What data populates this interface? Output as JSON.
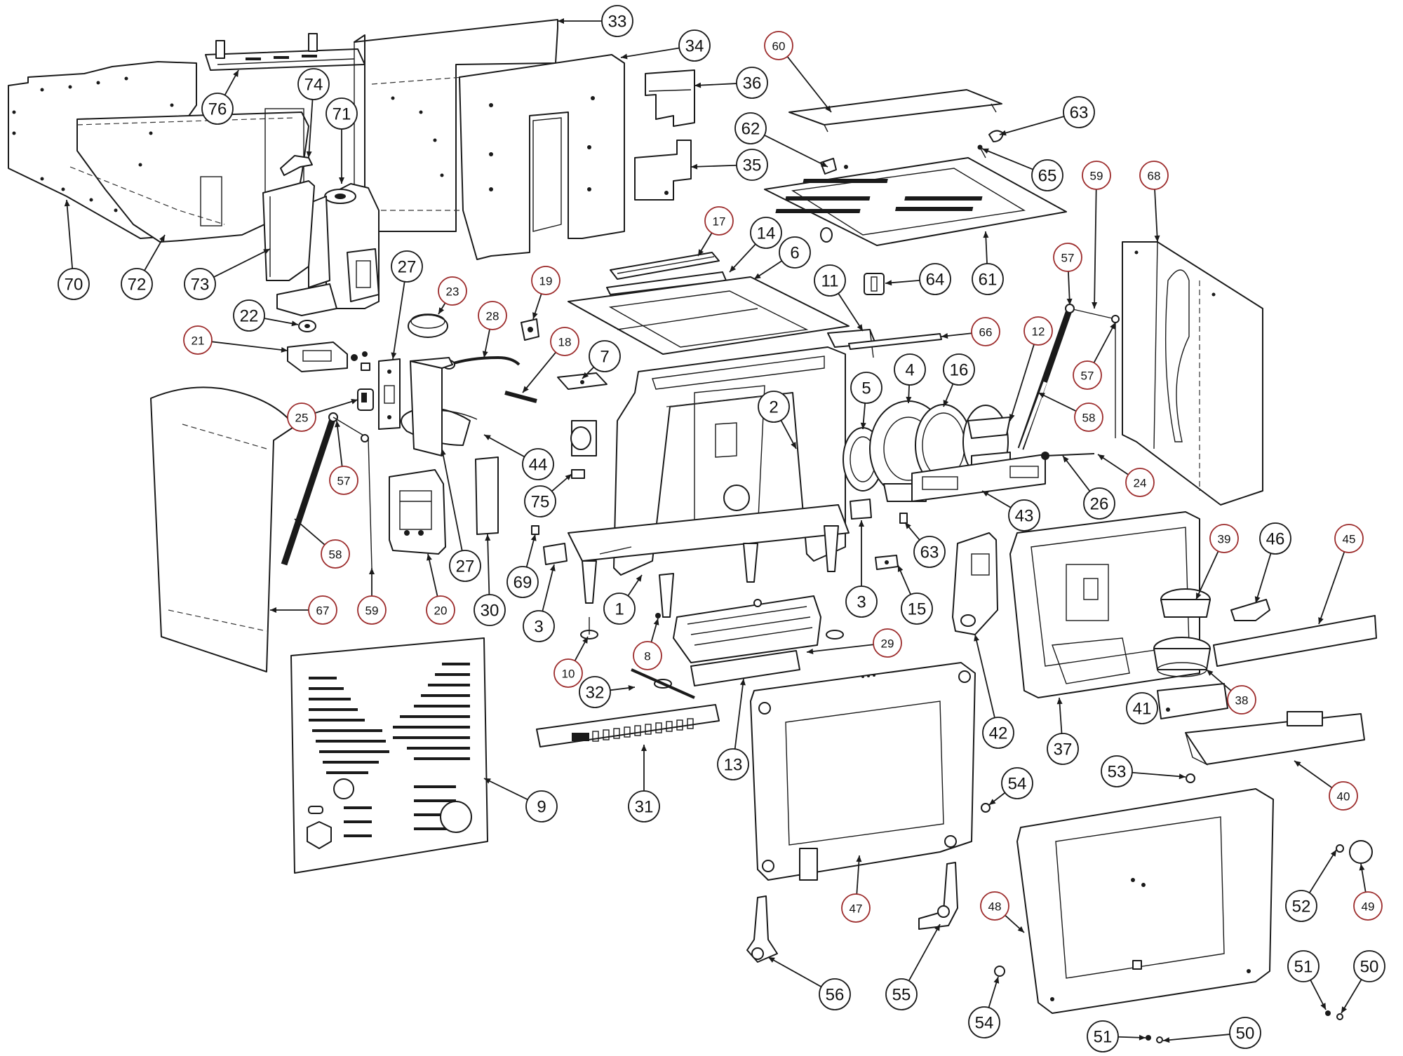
{
  "diagram": {
    "callouts": [
      {
        "id": "c33",
        "label": "33",
        "red": false
      },
      {
        "id": "c34",
        "label": "34",
        "red": false
      },
      {
        "id": "c60",
        "label": "60",
        "red": true
      },
      {
        "id": "c36",
        "label": "36",
        "red": false
      },
      {
        "id": "c74",
        "label": "74",
        "red": false
      },
      {
        "id": "c71",
        "label": "71",
        "red": false
      },
      {
        "id": "c76",
        "label": "76",
        "red": false
      },
      {
        "id": "c62",
        "label": "62",
        "red": false
      },
      {
        "id": "c63a",
        "label": "63",
        "red": false
      },
      {
        "id": "c65",
        "label": "65",
        "red": false
      },
      {
        "id": "c35",
        "label": "35",
        "red": false
      },
      {
        "id": "c59a",
        "label": "59",
        "red": true
      },
      {
        "id": "c68",
        "label": "68",
        "red": true
      },
      {
        "id": "c70",
        "label": "70",
        "red": false
      },
      {
        "id": "c72",
        "label": "72",
        "red": false
      },
      {
        "id": "c73",
        "label": "73",
        "red": false
      },
      {
        "id": "c17",
        "label": "17",
        "red": true
      },
      {
        "id": "c14",
        "label": "14",
        "red": false
      },
      {
        "id": "c6",
        "label": "6",
        "red": false
      },
      {
        "id": "c27a",
        "label": "27",
        "red": false
      },
      {
        "id": "c23",
        "label": "23",
        "red": true
      },
      {
        "id": "c19",
        "label": "19",
        "red": true
      },
      {
        "id": "c11",
        "label": "11",
        "red": false
      },
      {
        "id": "c64",
        "label": "64",
        "red": false
      },
      {
        "id": "c61",
        "label": "61",
        "red": false
      },
      {
        "id": "c57a",
        "label": "57",
        "red": true
      },
      {
        "id": "c22",
        "label": "22",
        "red": false
      },
      {
        "id": "c28",
        "label": "28",
        "red": true
      },
      {
        "id": "c21",
        "label": "21",
        "red": true
      },
      {
        "id": "c18",
        "label": "18",
        "red": true
      },
      {
        "id": "c7",
        "label": "7",
        "red": false
      },
      {
        "id": "c66",
        "label": "66",
        "red": true
      },
      {
        "id": "c12",
        "label": "12",
        "red": true
      },
      {
        "id": "c57b",
        "label": "57",
        "red": true
      },
      {
        "id": "c4",
        "label": "4",
        "red": false
      },
      {
        "id": "c16",
        "label": "16",
        "red": false
      },
      {
        "id": "c5",
        "label": "5",
        "red": false
      },
      {
        "id": "c2",
        "label": "2",
        "red": false
      },
      {
        "id": "c58a",
        "label": "58",
        "red": true
      },
      {
        "id": "c25",
        "label": "25",
        "red": true
      },
      {
        "id": "c44",
        "label": "44",
        "red": false
      },
      {
        "id": "c24",
        "label": "24",
        "red": true
      },
      {
        "id": "c57c",
        "label": "57",
        "red": true
      },
      {
        "id": "c26",
        "label": "26",
        "red": false
      },
      {
        "id": "c75",
        "label": "75",
        "red": false
      },
      {
        "id": "c43",
        "label": "43",
        "red": false
      },
      {
        "id": "c63b",
        "label": "63",
        "red": false
      },
      {
        "id": "c39",
        "label": "39",
        "red": true
      },
      {
        "id": "c46",
        "label": "46",
        "red": false
      },
      {
        "id": "c45",
        "label": "45",
        "red": true
      },
      {
        "id": "c58b",
        "label": "58",
        "red": true
      },
      {
        "id": "c27b",
        "label": "27",
        "red": false
      },
      {
        "id": "c30",
        "label": "30",
        "red": false
      },
      {
        "id": "c69",
        "label": "69",
        "red": false
      },
      {
        "id": "c3a",
        "label": "3",
        "red": false
      },
      {
        "id": "c15",
        "label": "15",
        "red": false
      },
      {
        "id": "c67",
        "label": "67",
        "red": true
      },
      {
        "id": "c59b",
        "label": "59",
        "red": true
      },
      {
        "id": "c20",
        "label": "20",
        "red": true
      },
      {
        "id": "c3b",
        "label": "3",
        "red": false
      },
      {
        "id": "c1",
        "label": "1",
        "red": false
      },
      {
        "id": "c8",
        "label": "8",
        "red": true
      },
      {
        "id": "c29",
        "label": "29",
        "red": true
      },
      {
        "id": "c10",
        "label": "10",
        "red": true
      },
      {
        "id": "c42",
        "label": "42",
        "red": false
      },
      {
        "id": "c37",
        "label": "37",
        "red": false
      },
      {
        "id": "c41",
        "label": "41",
        "red": false
      },
      {
        "id": "c38",
        "label": "38",
        "red": true
      },
      {
        "id": "c32",
        "label": "32",
        "red": false
      },
      {
        "id": "c13",
        "label": "13",
        "red": false
      },
      {
        "id": "c9",
        "label": "9",
        "red": false
      },
      {
        "id": "c31",
        "label": "31",
        "red": false
      },
      {
        "id": "c53",
        "label": "53",
        "red": false
      },
      {
        "id": "c54a",
        "label": "54",
        "red": false
      },
      {
        "id": "c40",
        "label": "40",
        "red": true
      },
      {
        "id": "c47",
        "label": "47",
        "red": true
      },
      {
        "id": "c48",
        "label": "48",
        "red": true
      },
      {
        "id": "c52",
        "label": "52",
        "red": false
      },
      {
        "id": "c49",
        "label": "49",
        "red": true
      },
      {
        "id": "c56",
        "label": "56",
        "red": false
      },
      {
        "id": "c55",
        "label": "55",
        "red": false
      },
      {
        "id": "c54b",
        "label": "54",
        "red": false
      },
      {
        "id": "c51a",
        "label": "51",
        "red": false
      },
      {
        "id": "c50a",
        "label": "50",
        "red": false
      },
      {
        "id": "c51b",
        "label": "51",
        "red": false
      },
      {
        "id": "c50b",
        "label": "50",
        "red": false
      }
    ]
  }
}
